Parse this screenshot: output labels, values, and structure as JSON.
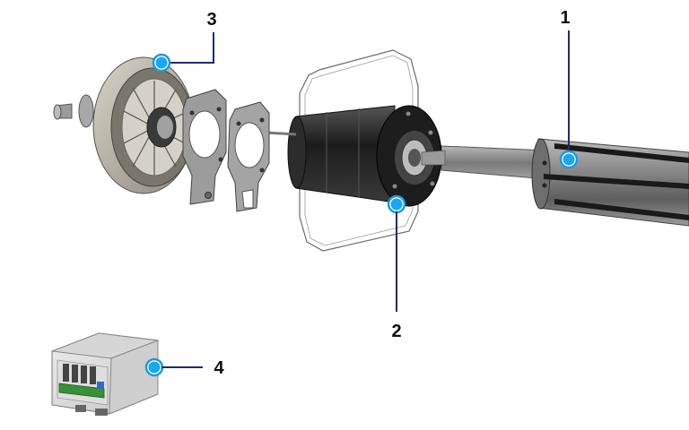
{
  "callouts": [
    {
      "id": "1",
      "label": "1"
    },
    {
      "id": "2",
      "label": "2"
    },
    {
      "id": "3",
      "label": "3"
    },
    {
      "id": "4",
      "label": "4"
    }
  ],
  "colors": {
    "leader": "#1e2a6e",
    "marker": "#1aa6f0",
    "metal_dark": "#2a2a2a",
    "metal_light": "#9a9a9a",
    "pcb_green": "#3a8f3a"
  },
  "components": {
    "1": "linear-actuator-tube",
    "2": "motor-gearbox-assembly",
    "3": "brake-disc-assembly",
    "4": "controller-module"
  }
}
